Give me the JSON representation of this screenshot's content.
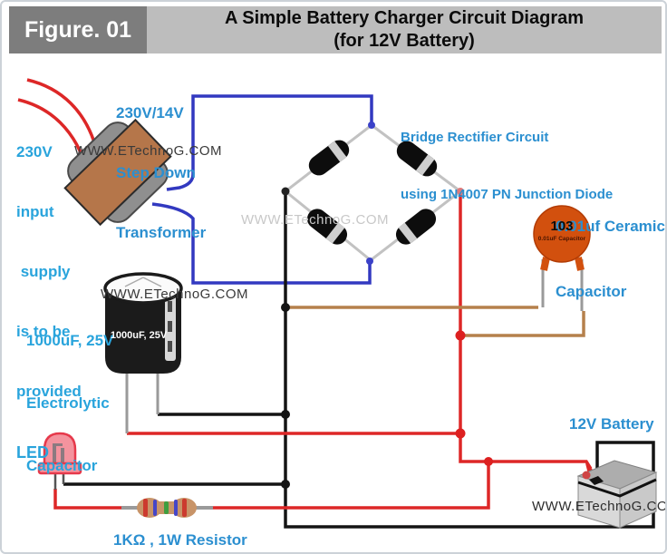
{
  "header": {
    "figure_label": "Figure. 01",
    "title_line1": "A Simple Battery Charger Circuit Diagram",
    "title_line2": "(for 12V Battery)"
  },
  "labels": {
    "transformer": {
      "lines": [
        "230V/14V",
        "Step Down",
        "Transformer"
      ]
    },
    "input_supply": {
      "lines": [
        "230V",
        "input",
        " supply",
        "is to be",
        "provided"
      ]
    },
    "bridge": {
      "lines": [
        "Bridge Rectifier Circuit",
        "using 1N4007 PN Junction Diode"
      ]
    },
    "ceramic": {
      "lines": [
        "0.01uf Ceramic",
        "Capacitor"
      ]
    },
    "electrolytic": {
      "lines": [
        "1000uF, 25V",
        "Electrolytic",
        "Capacitor"
      ]
    },
    "led": "LED",
    "resistor": "1KΩ , 1W Resistor",
    "battery": "12V Battery"
  },
  "components": {
    "ceramic_marking": "103",
    "ceramic_subtext": "0.01uF Capacitor",
    "electrolytic_marking": "1000uF, 25V"
  },
  "watermark": "WWW.ETechnoG.COM",
  "colors": {
    "wire_red": "#dd2727",
    "wire_blue": "#3239c0",
    "wire_black": "#141414",
    "wire_brown": "#b5804c",
    "wire_gray": "#9a9a9a",
    "bridge_frame_gray": "#c2c2c2",
    "label_blue": "#2b8fd0",
    "label_cyan": "#29a4dc",
    "header_box_gray": "#7d7d7d",
    "header_bar_gray": "#bdbdbd",
    "transformer_brown": "#b5764a",
    "transformer_core_gray": "#8f8f8f",
    "ceramic_orange": "#d2500e",
    "led_pink": "#f4939e",
    "led_border": "#e6394b",
    "watermark_dark": "#3a3a3a",
    "watermark_light": "#c8c8c8"
  }
}
